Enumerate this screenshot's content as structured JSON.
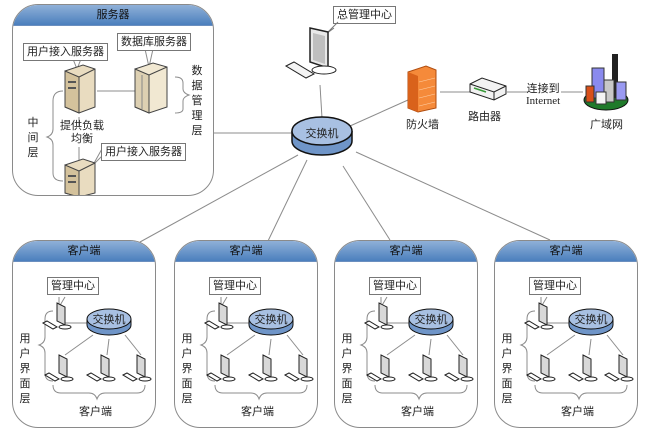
{
  "diagram": {
    "server_panel": {
      "title": "服务器",
      "user_access_server_1": "用户接入服务器",
      "database_server": "数据库服务器",
      "user_access_server_2": "用户接入服务器",
      "load_balance": "提供负载均衡",
      "load_balance_line1": "提供负载",
      "load_balance_line2": "均衡",
      "middle_layer": "中间层",
      "middle_layer_chars": [
        "中",
        "间",
        "层"
      ],
      "data_mgmt_layer": "数据管理层",
      "data_mgmt_layer_chars": [
        "数",
        "据",
        "管",
        "理",
        "层"
      ]
    },
    "central": {
      "main_mgmt_center": "总管理中心",
      "switch": "交换机",
      "firewall": "防火墙",
      "router": "路由器",
      "connect_label_line1": "连接到",
      "connect_label_line2": "Internet",
      "wan": "广域网"
    },
    "client_panels": [
      {
        "title": "客户端",
        "mgmt_center": "管理中心",
        "switch": "交换机",
        "ui_layer_chars": [
          "用",
          "户",
          "界",
          "面",
          "层"
        ],
        "clients_label": "客户端"
      },
      {
        "title": "客户端",
        "mgmt_center": "管理中心",
        "switch": "交换机",
        "ui_layer_chars": [
          "用",
          "户",
          "界",
          "面",
          "层"
        ],
        "clients_label": "客户端"
      },
      {
        "title": "客户端",
        "mgmt_center": "管理中心",
        "switch": "交换机",
        "ui_layer_chars": [
          "用",
          "户",
          "界",
          "面",
          "层"
        ],
        "clients_label": "客户端"
      },
      {
        "title": "客户端",
        "mgmt_center": "管理中心",
        "switch": "交换机",
        "ui_layer_chars": [
          "用",
          "户",
          "界",
          "面",
          "层"
        ],
        "clients_label": "客户端"
      }
    ],
    "colors": {
      "panel_header": "#4b7fbd",
      "switch_fill": "#9db8dd",
      "firewall": "#f07a2a",
      "line": "#8c8c8c"
    }
  }
}
